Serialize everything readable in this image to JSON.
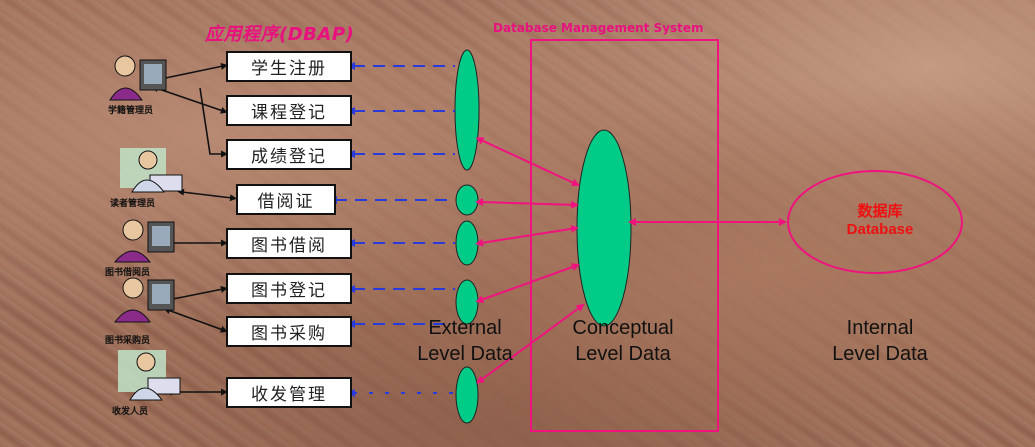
{
  "titles": {
    "app_programs": "应用程序(DBAP)",
    "dbms": "Database Management System"
  },
  "app_boxes": [
    {
      "label": "学生注册"
    },
    {
      "label": "课程登记"
    },
    {
      "label": "成绩登记"
    },
    {
      "label": "借阅证"
    },
    {
      "label": "图书借阅"
    },
    {
      "label": "图书登记"
    },
    {
      "label": "图书采购"
    },
    {
      "label": "收发管理"
    }
  ],
  "users": [
    {
      "label": "学籍管理员"
    },
    {
      "label": "读者管理员"
    },
    {
      "label": "图书借阅员"
    },
    {
      "label": "图书采购员"
    },
    {
      "label": "收发人员"
    }
  ],
  "levels": {
    "external": {
      "line1": "External",
      "line2": "Level Data"
    },
    "conceptual": {
      "line1": "Conceptual",
      "line2": "Level Data"
    },
    "internal": {
      "line1": "Internal",
      "line2": "Level Data"
    }
  },
  "database": {
    "zh": "数据库",
    "en": "Database"
  },
  "colors": {
    "ellipse_fill": "#00cc88",
    "arrow_pink": "#f0127e",
    "arrow_blue": "#2a3bdc",
    "box_border": "#e8117f"
  }
}
